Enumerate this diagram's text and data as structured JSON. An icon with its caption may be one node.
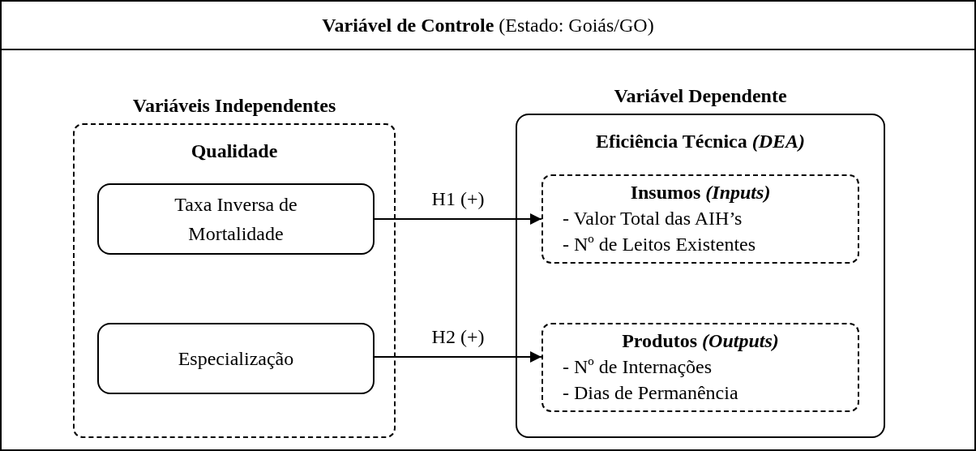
{
  "diagram": {
    "nodes": [
      {
        "text": [
          "**Variável de Controle** (Estado: Goiás/GO)"
        ]
      },
      {
        "text": [
          "Variáveis Independentes",
          "Qualidade"
        ],
        "in": 0
      },
      {
        "text": [
          "Taxa Inversa de Mortalidade"
        ],
        "in": 1
      },
      {
        "text": [
          "Especialização"
        ],
        "in": 1
      },
      {
        "text": [
          "Variável Dependente",
          "Eficiência Técnica *(DEA)*"
        ],
        "in": 0
      },
      {
        "text": [
          "Insumos *(Inputs)*",
          "- Valor Total das AIH’s",
          "- Nº de Leitos Existentes"
        ],
        "in": 4
      },
      {
        "text": [
          "Produtos *(Outputs)*",
          "- Nº de Internações",
          "- Dias de Permanência"
        ],
        "in": 4
      }
    ],
    "edges": [
      {
        "from": 2,
        "to": 5,
        "arrow": "to",
        "label": "H1 (+)"
      },
      {
        "from": 3,
        "to": 6,
        "arrow": "to",
        "label": "H2 (+)"
      }
    ]
  }
}
